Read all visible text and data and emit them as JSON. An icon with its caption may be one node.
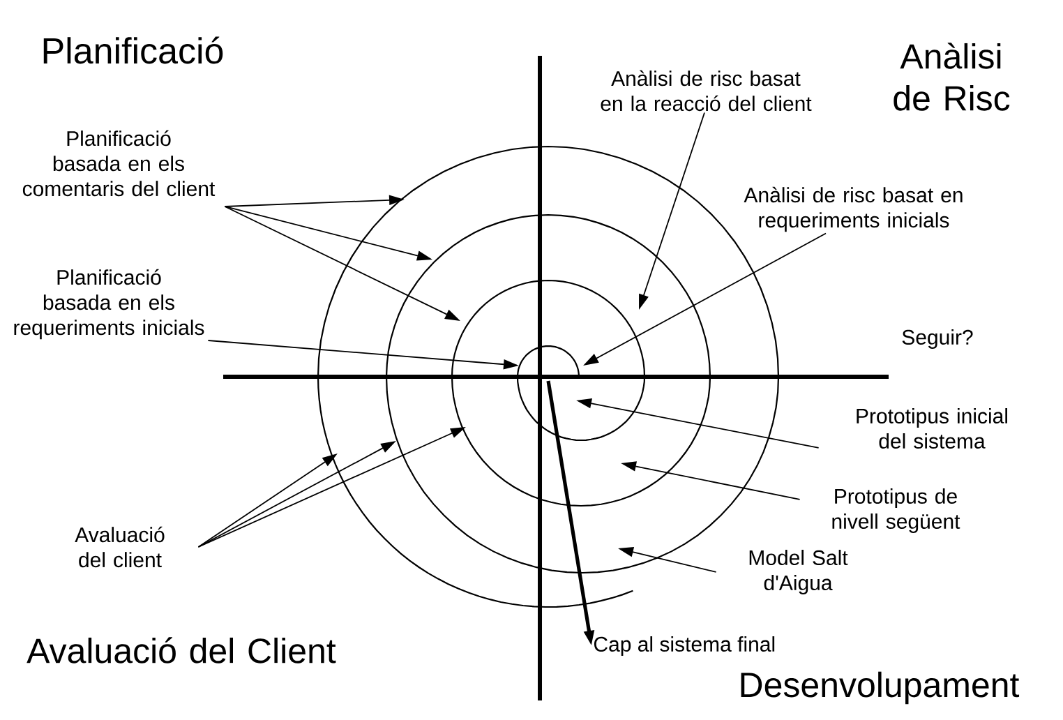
{
  "diagram": {
    "nodes": [
      {
        "text": [
          "Planificació basada en els comentaris del client"
        ]
      },
      {
        "text": [
          "Planificació basada en els requeriments inicials"
        ]
      },
      {
        "text": [
          "Anàlisi de risc basat en la reacció del client"
        ]
      },
      {
        "text": [
          "Anàlisi de risc basat en requeriments inicials"
        ]
      },
      {
        "text": [
          "Prototipus inicial del sistema"
        ]
      },
      {
        "text": [
          "Prototipus de nivell següent"
        ]
      },
      {
        "text": [
          "Model Salt d'Aigua"
        ]
      },
      {
        "text": [
          "Avaluació del client"
        ]
      },
      {
        "text": [
          "Cap al sistema final"
        ]
      }
    ],
    "edges": [
      {
        "from": 0,
        "to": null,
        "arrow": "to"
      },
      {
        "from": 0,
        "to": null,
        "arrow": "to"
      },
      {
        "from": 0,
        "to": null,
        "arrow": "to"
      },
      {
        "from": 1,
        "to": null,
        "arrow": "to"
      },
      {
        "from": 2,
        "to": null,
        "arrow": "to"
      },
      {
        "from": 3,
        "to": null,
        "arrow": "to"
      },
      {
        "from": 4,
        "to": null,
        "arrow": "to"
      },
      {
        "from": 5,
        "to": null,
        "arrow": "to"
      },
      {
        "from": 6,
        "to": null,
        "arrow": "to"
      },
      {
        "from": 7,
        "to": null,
        "arrow": "to"
      },
      {
        "from": 7,
        "to": null,
        "arrow": "to"
      },
      {
        "from": 7,
        "to": null,
        "arrow": "to"
      },
      {
        "from": null,
        "to": 8,
        "arrow": "to",
        "style": "thick"
      }
    ],
    "labels": [
      "Planificació",
      "Anàlisi de Risc",
      "Seguir?",
      "Avaluació del Client",
      "Desenvolupament"
    ]
  }
}
